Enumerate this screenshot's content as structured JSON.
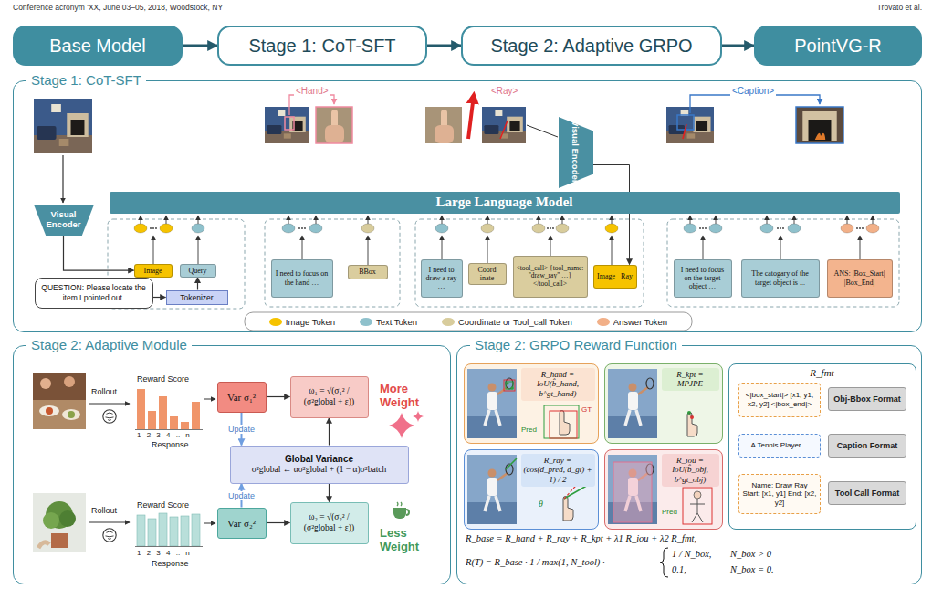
{
  "diagram": {
    "nodes": [
      {
        "text": [
          "Base Model"
        ]
      },
      {
        "text": [
          "Stage 1: CoT-SFT"
        ]
      },
      {
        "text": [
          "Stage 2: Adaptive GRPO"
        ]
      },
      {
        "text": [
          "PointVG-R"
        ]
      },
      {
        "text": [
          "Stage 1: CoT-SFT"
        ]
      },
      {
        "text": [
          "Large Language Model"
        ],
        "in": 4
      },
      {
        "text": [
          "Visual Encoder"
        ],
        "in": 4
      },
      {
        "text": [
          "Visual Encoder"
        ],
        "in": 4
      },
      {
        "text": [
          "Image"
        ],
        "in": 4
      },
      {
        "text": [
          "Query"
        ],
        "in": 4
      },
      {
        "text": [
          "QUESTION: Please locate the item I pointed out."
        ],
        "in": 4
      },
      {
        "text": [
          "Tokenizer"
        ],
        "in": 4
      },
      {
        "text": [
          "I need to focus on the hand …"
        ],
        "in": 4
      },
      {
        "text": [
          "BBox"
        ],
        "in": 4
      },
      {
        "text": [
          "I need to draw a ray …"
        ],
        "in": 4
      },
      {
        "text": [
          "Coord inate"
        ],
        "in": 4
      },
      {
        "text": [
          "<tool_call> {tool_name: \"draw_ray\" …} </tool_call>"
        ],
        "in": 4
      },
      {
        "text": [
          "Image _Ray"
        ],
        "in": 4
      },
      {
        "text": [
          "I need to focus on the target object …"
        ],
        "in": 4
      },
      {
        "text": [
          "The catogary of the target object is ..."
        ],
        "in": 4
      },
      {
        "text": [
          "ANS: |Box_Start| |Box_End|"
        ],
        "in": 4
      },
      {
        "text": [
          "Stage 2: Adaptive Module"
        ]
      },
      {
        "text": [
          "Var σ₁²"
        ],
        "in": 21
      },
      {
        "text": [
          "ω₁ = √(σ₁² / (σ²global + ε))"
        ],
        "in": 21
      },
      {
        "text": [
          "Global Variance",
          "σ²global ← ασ²global + (1 − α)σ²batch"
        ],
        "in": 21
      },
      {
        "text": [
          "Var σ₂²"
        ],
        "in": 21
      },
      {
        "text": [
          "ω₂ = √(σ₂² / (σ²global + ε))"
        ],
        "in": 21
      },
      {
        "text": [
          "Stage 2: GRPO Reward Function"
        ]
      },
      {
        "text": [
          "R_hand = IoU(b̂_hand, b^gt_hand)"
        ],
        "in": 27
      },
      {
        "text": [
          "R_kpt = MPJPE"
        ],
        "in": 27
      },
      {
        "text": [
          "R_ray = (cos(d_pred, d_gt) + 1) / 2"
        ],
        "in": 27
      },
      {
        "text": [
          "R_iou = IoU(b̂_obj, b^gt_obj)"
        ],
        "in": 27
      },
      {
        "text": [
          "R_fmt"
        ],
        "in": 27
      },
      {
        "text": [
          "<|box_start|> [x1, y1, x2, y2] <|box_end|>"
        ],
        "in": 32
      },
      {
        "text": [
          "Obj-Bbox Format"
        ],
        "in": 32
      },
      {
        "text": [
          "A Tennis Player…"
        ],
        "in": 32
      },
      {
        "text": [
          "Caption Format"
        ],
        "in": 32
      },
      {
        "text": [
          "Name: Draw Ray Start: [x1, y1] End: [x2, y2]"
        ],
        "in": 32
      },
      {
        "text": [
          "Tool Call Format"
        ],
        "in": 32
      }
    ],
    "edges": [
      {
        "from": 0,
        "to": 1,
        "arrow": "to"
      },
      {
        "from": 1,
        "to": 2,
        "arrow": "to"
      },
      {
        "from": 2,
        "to": 3,
        "arrow": "to"
      },
      {
        "from": 6,
        "to": 8,
        "arrow": "to"
      },
      {
        "from": 10,
        "to": 11,
        "arrow": "to"
      },
      {
        "from": 11,
        "to": 9,
        "arrow": "to"
      },
      {
        "from": 7,
        "to": 17,
        "arrow": "to"
      },
      {
        "from": 22,
        "to": 23,
        "arrow": "to"
      },
      {
        "from": 22,
        "to": 24,
        "label": "Update",
        "arrow": "to"
      },
      {
        "from": 24,
        "to": 23,
        "arrow": "to"
      },
      {
        "from": 25,
        "to": 24,
        "label": "Update",
        "arrow": "to"
      },
      {
        "from": 24,
        "to": 26,
        "arrow": "to"
      },
      {
        "from": 25,
        "to": 26,
        "arrow": "to"
      }
    ],
    "labels": [
      "Conference acronym 'XX, June 03–05, 2018, Woodstock, NY",
      "Trovato et al.",
      "<Hand>",
      "<Ray>",
      "<Caption>",
      "Rollout",
      "Reward Score",
      "1 2 3 4 .. n",
      "Response",
      "More Weight",
      "Rollout",
      "Reward Score",
      "1 2 3 4 .. n",
      "Response",
      "Less Weight",
      "Pred",
      "GT",
      "θ",
      "Pred",
      "R_base = R_hand + R_ray + R_kpt + λ1 R_iou + λ2 R_fmt,",
      "R(T) = R_base · 1 / max(1, N_tool) ·",
      "1 / N_box,",
      "N_box > 0",
      "0.1,",
      "N_box = 0."
    ],
    "legend": [
      {
        "text": "Image Token",
        "color": "#f6c300"
      },
      {
        "text": "Text Token",
        "color": "#8fc1cc"
      },
      {
        "text": "Coordinate or Tool_call Token",
        "color": "#d8cc9c"
      },
      {
        "text": "Answer Token",
        "color": "#f2b088"
      }
    ]
  }
}
